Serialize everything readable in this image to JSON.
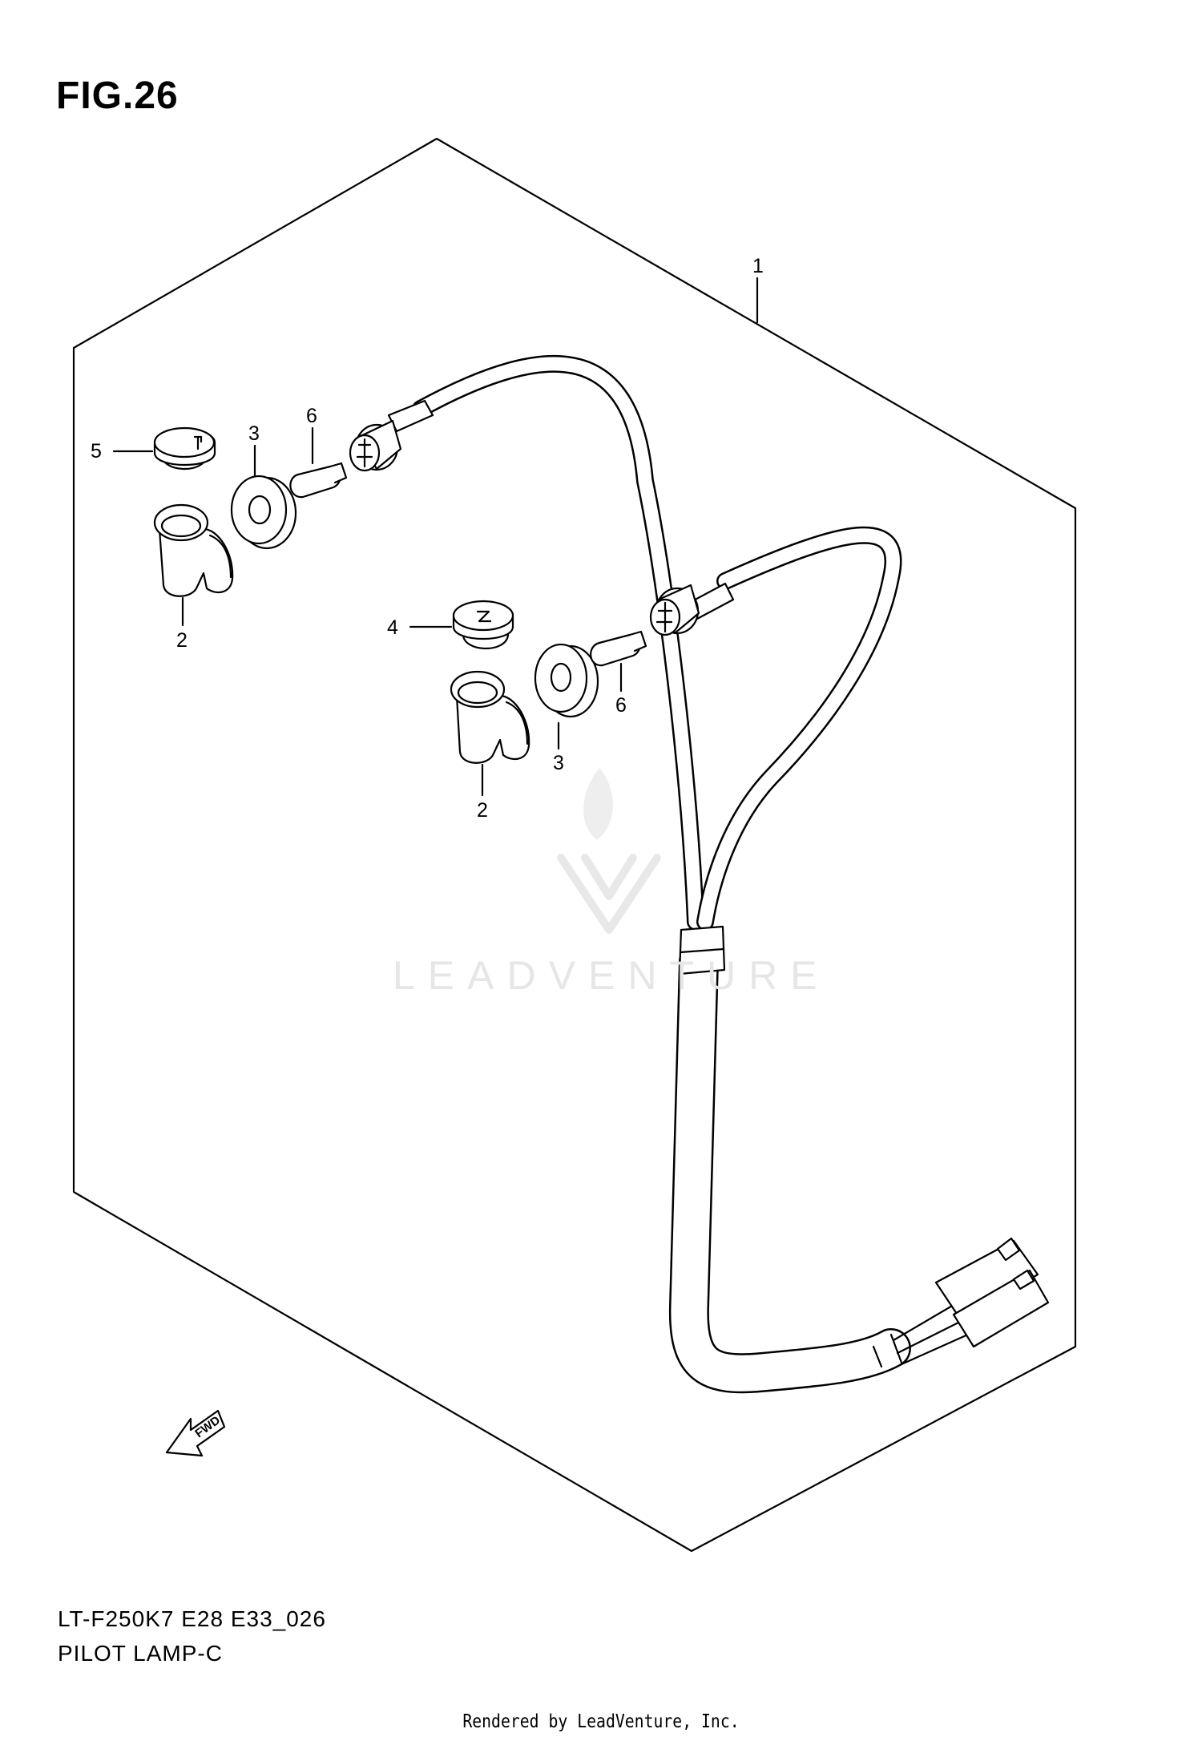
{
  "figure": {
    "title": "FIG.26"
  },
  "callouts": [
    {
      "id": "c1",
      "text": "1"
    },
    {
      "id": "c5",
      "text": "5"
    },
    {
      "id": "c3a",
      "text": "3"
    },
    {
      "id": "c6a",
      "text": "6"
    },
    {
      "id": "c2a",
      "text": "2"
    },
    {
      "id": "c4",
      "text": "4"
    },
    {
      "id": "c6b",
      "text": "6"
    },
    {
      "id": "c3b",
      "text": "3"
    },
    {
      "id": "c2b",
      "text": "2"
    }
  ],
  "fwd_arrow": {
    "text": "FWD"
  },
  "watermark": {
    "text": "LEADVENTURE"
  },
  "diagram_code": "LT-F250K7 E28 E33_026",
  "diagram_name": "PILOT LAMP-C",
  "footer": "Rendered by LeadVenture, Inc.",
  "colors": {
    "line": "#000000",
    "watermark": "#e6e6e6"
  }
}
